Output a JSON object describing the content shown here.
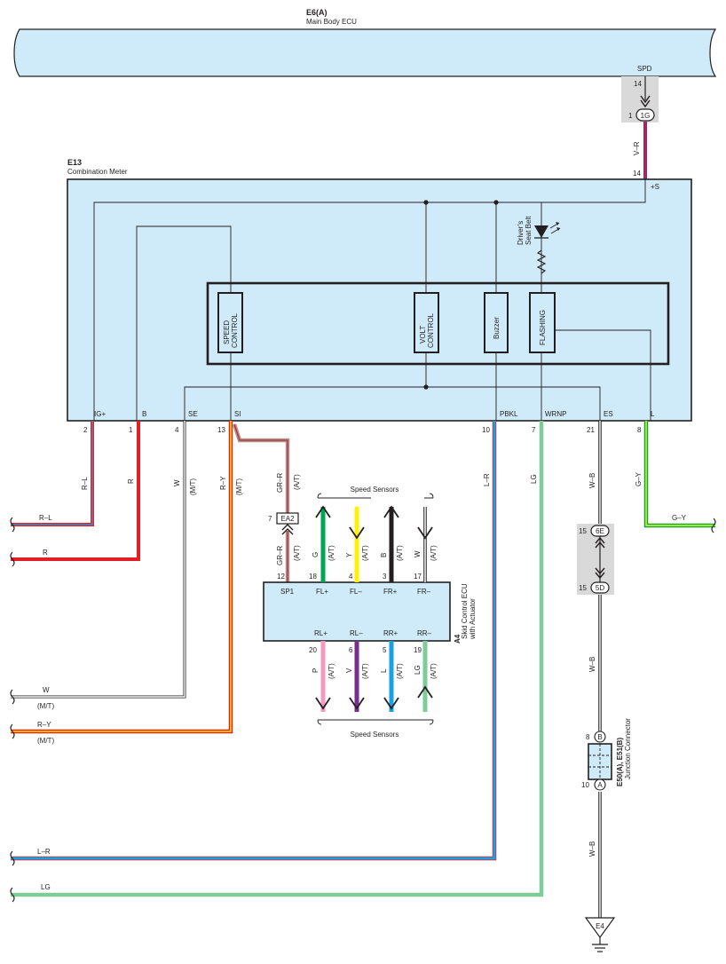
{
  "main_body_ecu": {
    "code": "E6(A)",
    "name": "Main Body ECU",
    "spd_label": "SPD"
  },
  "connector_1g": {
    "id": "1G",
    "pin_top": "14",
    "pin_left": "1"
  },
  "wire_vr": {
    "color_code": "V–R",
    "pin_meter": "14"
  },
  "combination_meter": {
    "code": "E13",
    "name": "Combination Meter",
    "plus_s": "+S",
    "lamp_label_1": "Driver’s",
    "lamp_label_2": "Seat Belt",
    "blocks": {
      "speed_1": "SPEED",
      "speed_2": "CONTROL",
      "volt_1": "VOLT",
      "volt_2": "CONTROL",
      "buzzer": "Buzzer",
      "flashing": "FLASHING"
    },
    "terminals": {
      "ig": {
        "name": "IG+",
        "pin": "2"
      },
      "b": {
        "name": "B",
        "pin": "1"
      },
      "se": {
        "name": "SE",
        "pin": "4"
      },
      "si": {
        "name": "SI",
        "pin": "13"
      },
      "pbkl": {
        "name": "PBKL",
        "pin": "10"
      },
      "wrnp": {
        "name": "WRNP",
        "pin": "7"
      },
      "es": {
        "name": "ES",
        "pin": "21"
      },
      "l": {
        "name": "L",
        "pin": "8"
      }
    }
  },
  "wire_labels": {
    "rl": "R–L",
    "r": "R",
    "w": "W",
    "mt": "(M/T)",
    "ry": "R–Y",
    "grr": "GR–R",
    "at": "(A/T)",
    "lr": "L–R",
    "lg": "LG",
    "wb": "W–B",
    "gy": "G–Y"
  },
  "left_ends": {
    "rl": "R–L",
    "r": "R",
    "w": "W",
    "w_mt": "(M/T)",
    "ry": "R–Y",
    "ry_mt": "(M/T)",
    "lr": "L–R",
    "lg": "LG"
  },
  "gy_end": "G–Y",
  "ea2": {
    "id": "EA2",
    "pin": "7"
  },
  "skid_ecu": {
    "code": "A4",
    "name_1": "Skid Control ECU",
    "name_2": "with Actuator",
    "speed_sensors_top": "Speed Sensors",
    "speed_sensors_bottom": "Speed Sensors",
    "top_terminals": [
      {
        "name": "SP1",
        "pin": "12",
        "color": "GR–R",
        "mode": "(A/T)"
      },
      {
        "name": "FL+",
        "pin": "18",
        "color": "G",
        "mode": "(A/T)"
      },
      {
        "name": "FL–",
        "pin": "4",
        "color": "Y",
        "mode": "(A/T)"
      },
      {
        "name": "FR+",
        "pin": "3",
        "color": "B",
        "mode": "(A/T)"
      },
      {
        "name": "FR–",
        "pin": "17",
        "color": "W",
        "mode": "(A/T)"
      }
    ],
    "bottom_terminals": [
      {
        "name": "RL+",
        "pin": "20",
        "color": "P",
        "mode": "(A/T)"
      },
      {
        "name": "RL–",
        "pin": "6",
        "color": "V",
        "mode": "(A/T)"
      },
      {
        "name": "RR+",
        "pin": "5",
        "color": "L",
        "mode": "(A/T)"
      },
      {
        "name": "RR–",
        "pin": "19",
        "color": "LG",
        "mode": "(A/T)"
      }
    ]
  },
  "connector_6e": {
    "id": "6E",
    "pin": "15"
  },
  "connector_5d": {
    "id": "5D",
    "pin": "15"
  },
  "junction": {
    "code": "E50(A), E51(B)",
    "name": "Junction Connector",
    "pin_top": "8",
    "letter_top": "B",
    "pin_bottom": "10",
    "letter_bottom": "A"
  },
  "ground": {
    "id": "E4"
  },
  "colors": {
    "ecu_fill": "#cfeaf8",
    "line": "#231f20",
    "gray_box": "#d9d9d9",
    "red": "#e31e24",
    "blue": "#1ba1e2",
    "yellow": "#fff200",
    "green": "#00a651",
    "light_green": "#7fcb9a",
    "violet": "#7b2d8e",
    "pink": "#f49ac1",
    "gray": "#9d9d9c"
  }
}
